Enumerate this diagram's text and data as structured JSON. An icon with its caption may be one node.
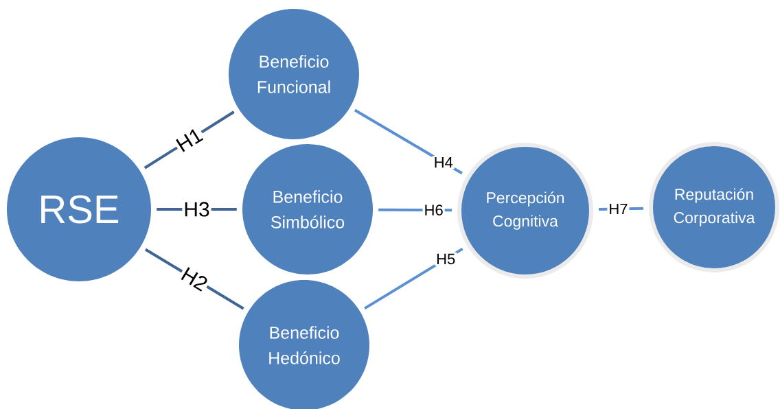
{
  "diagram": {
    "nodes": [
      {
        "text": [
          "RSE"
        ]
      },
      {
        "text": [
          "Beneficio Funcional"
        ]
      },
      {
        "text": [
          "Beneficio Simbólico"
        ]
      },
      {
        "text": [
          "Beneficio Hedónico"
        ]
      },
      {
        "text": [
          "Percepción Cognitiva"
        ]
      },
      {
        "text": [
          "Reputación Corporativa"
        ]
      }
    ],
    "edges": [
      {
        "from": 0,
        "to": 1,
        "arrow": "none",
        "label": "H1",
        "color": "#3e6593"
      },
      {
        "from": 0,
        "to": 3,
        "arrow": "none",
        "label": "H2",
        "color": "#3e6593"
      },
      {
        "from": 0,
        "to": 2,
        "arrow": "none",
        "label": "H3",
        "color": "#3e6593"
      },
      {
        "from": 1,
        "to": 4,
        "arrow": "none",
        "label": "H4"
      },
      {
        "from": 3,
        "to": 4,
        "arrow": "none",
        "label": "H5"
      },
      {
        "from": 2,
        "to": 4,
        "arrow": "none",
        "label": "H6"
      },
      {
        "from": 4,
        "to": 5,
        "arrow": "none",
        "label": "H7"
      }
    ]
  }
}
